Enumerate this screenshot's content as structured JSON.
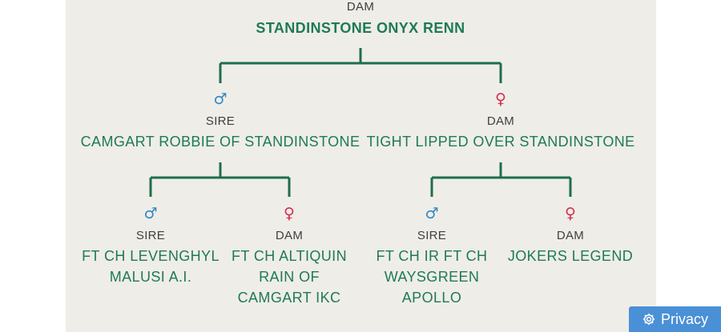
{
  "root": {
    "role": "DAM",
    "name": "STANDINSTONE ONYX RENN"
  },
  "gen1": [
    {
      "symbol": "♂",
      "sex": "male",
      "role": "SIRE",
      "name": "CAMGART ROBBIE OF STANDINSTONE"
    },
    {
      "symbol": "♀",
      "sex": "female",
      "role": "DAM",
      "name": "TIGHT LIPPED OVER STANDINSTONE"
    }
  ],
  "gen2": [
    {
      "symbol": "♂",
      "sex": "male",
      "role": "SIRE",
      "name_lines": [
        "FT CH LEVENGHYL",
        "MALUSI A.I."
      ]
    },
    {
      "symbol": "♀",
      "sex": "female",
      "role": "DAM",
      "name_lines": [
        "FT CH ALTIQUIN",
        "RAIN OF",
        "CAMGART IKC"
      ]
    },
    {
      "symbol": "♂",
      "sex": "male",
      "role": "SIRE",
      "name_lines": [
        "FT CH IR FT CH",
        "WAYSGREEN",
        "APOLLO"
      ]
    },
    {
      "symbol": "♀",
      "sex": "female",
      "role": "DAM",
      "name_lines": [
        "JOKERS LEGEND"
      ]
    }
  ],
  "colors": {
    "line": "#1e6e4e",
    "name": "#1e7a57",
    "male": "#2d88c7",
    "female": "#d1304f",
    "panel": "#efede8"
  },
  "privacy": {
    "label": "Privacy",
    "icon": "gear-icon"
  }
}
